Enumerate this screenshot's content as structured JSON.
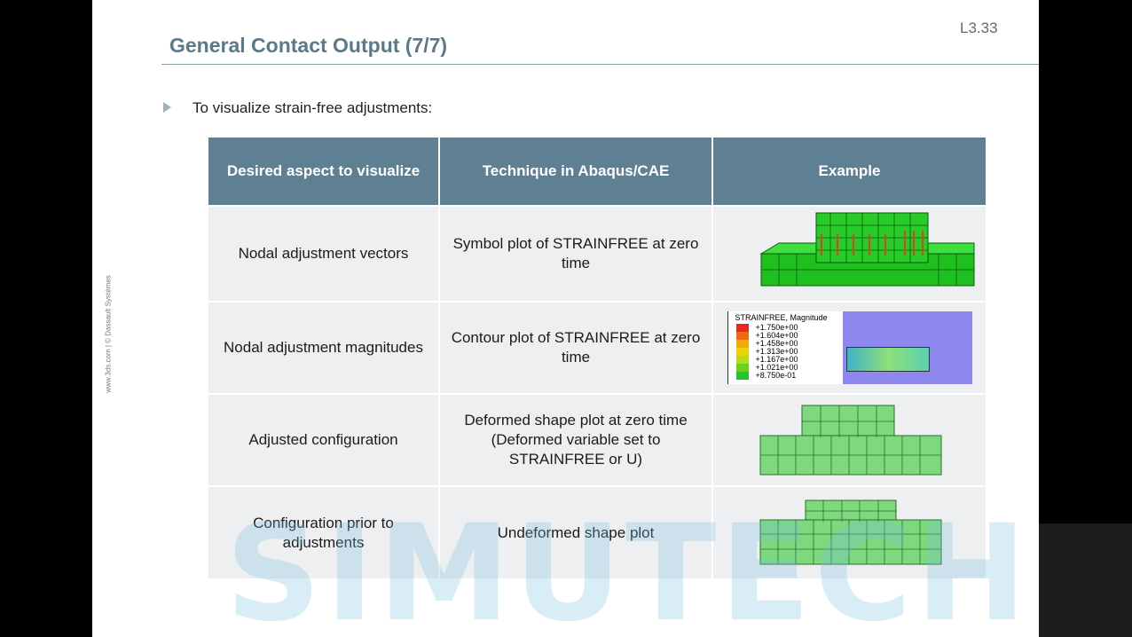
{
  "slide": {
    "title": "General Contact Output (7/7)",
    "number": "L3.33",
    "side_note": "www.3ds.com | © Dassault Systèmes",
    "bullet": "To visualize strain-free adjustments:"
  },
  "table": {
    "headers": [
      "Desired aspect to visualize",
      "Technique in Abaqus/CAE",
      "Example"
    ],
    "rows": [
      {
        "aspect": "Nodal adjustment vectors",
        "technique": "Symbol plot of STRAINFREE at zero time"
      },
      {
        "aspect": "Nodal adjustment magnitudes",
        "technique": "Contour plot of STRAINFREE at zero time"
      },
      {
        "aspect": "Adjusted configuration",
        "technique": "Deformed shape plot at zero time (Deformed variable set to STRAINFREE or U)"
      },
      {
        "aspect": "Configuration prior to adjustments",
        "technique": "Undeformed shape plot"
      }
    ]
  },
  "legend": {
    "title": "STRAINFREE, Magnitude",
    "values": [
      "+1.750e+00",
      "+1.604e+00",
      "+1.458e+00",
      "+1.313e+00",
      "+1.167e+00",
      "+1.021e+00",
      "+8.750e-01"
    ],
    "colors": [
      "#e8281c",
      "#f06a10",
      "#f5a80c",
      "#e9d40a",
      "#b6dc14",
      "#6ad21e",
      "#26c42a"
    ]
  },
  "watermark": "SIMUTECH",
  "colors": {
    "header_bg": "#5f7f93",
    "title": "#5b7a87",
    "cell_bg": "#eeeff0",
    "mesh_green": "#22cc22"
  }
}
